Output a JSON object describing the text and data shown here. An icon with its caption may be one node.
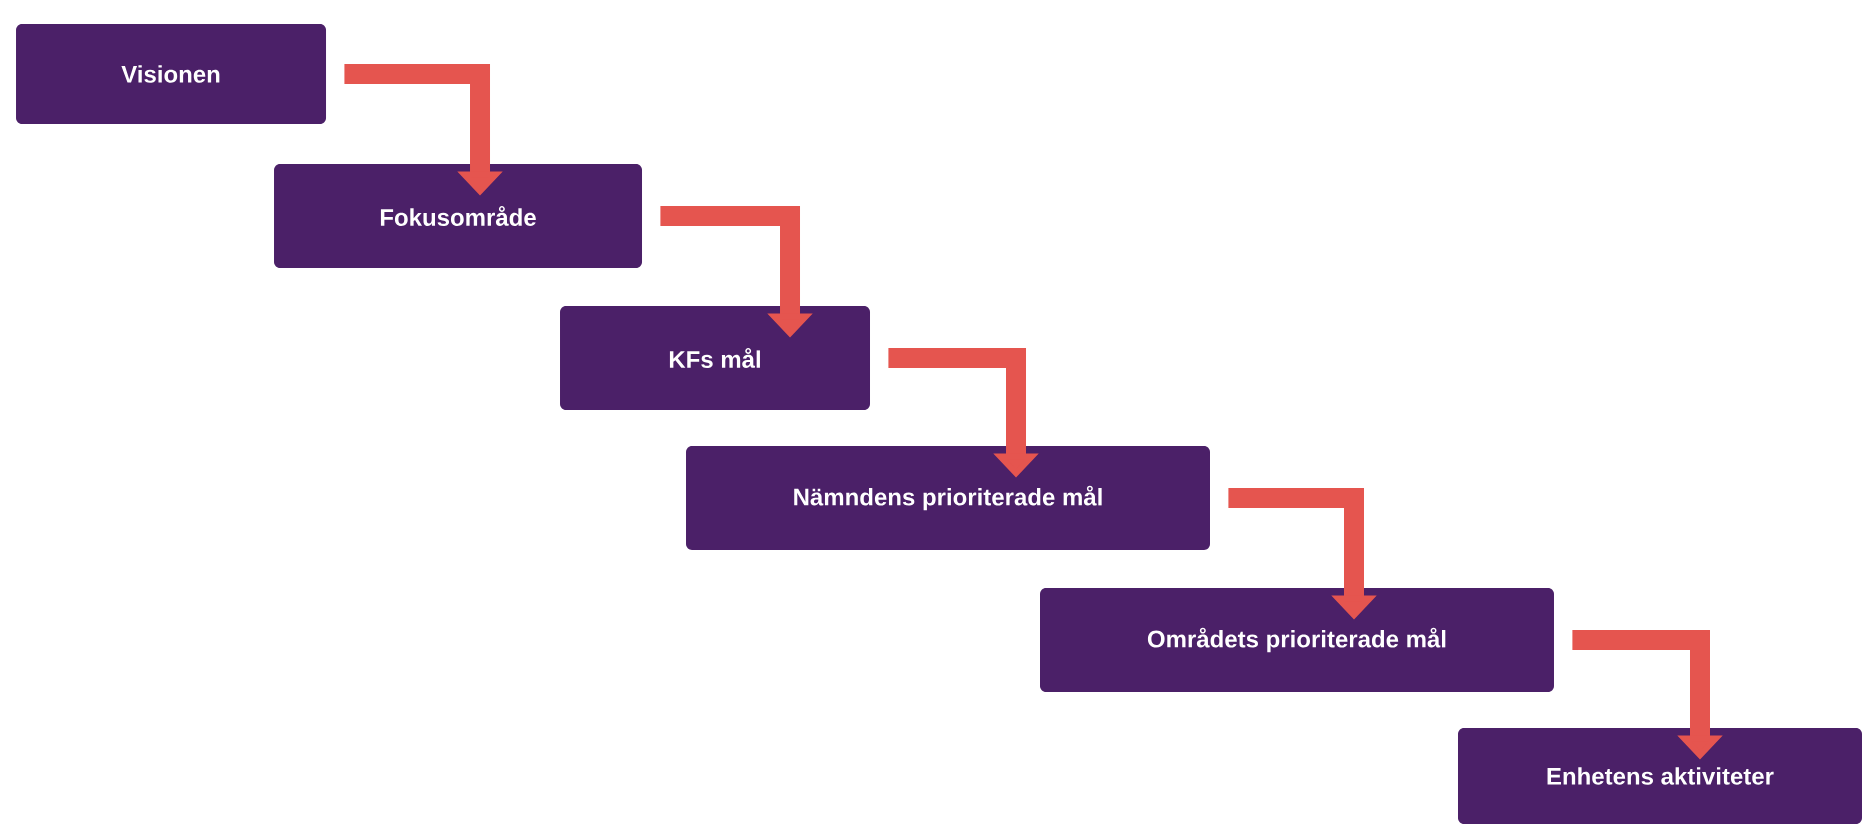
{
  "diagram": {
    "nodes": [
      {
        "text": [
          "Visionen"
        ]
      },
      {
        "text": [
          "Fokusområde"
        ]
      },
      {
        "text": [
          "KFs mål"
        ]
      },
      {
        "text": [
          "Nämndens prioriterade mål"
        ]
      },
      {
        "text": [
          "Områdets prioriterade mål"
        ]
      },
      {
        "text": [
          "Enhetens aktiviteter"
        ]
      }
    ],
    "edges": [
      {
        "from": 0,
        "to": 1,
        "arrow": "to"
      },
      {
        "from": 1,
        "to": 2,
        "arrow": "to"
      },
      {
        "from": 2,
        "to": 3,
        "arrow": "to"
      },
      {
        "from": 3,
        "to": 4,
        "arrow": "to"
      },
      {
        "from": 4,
        "to": 5,
        "arrow": "to"
      }
    ]
  }
}
